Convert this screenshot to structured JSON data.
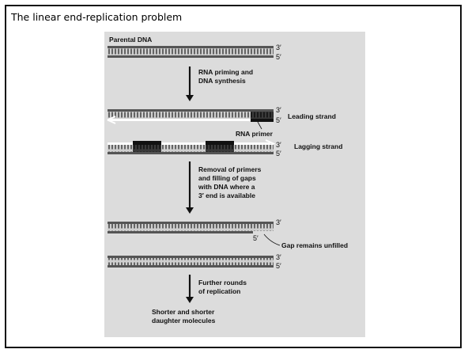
{
  "slide": {
    "title": "The linear end-replication problem"
  },
  "figure": {
    "parental_label": "Parental DNA",
    "step1": [
      "RNA priming and",
      "DNA synthesis"
    ],
    "leading_strand": "Leading strand",
    "rna_primer": "RNA primer",
    "lagging_strand": "Lagging strand",
    "step2": [
      "Removal of primers",
      "and filling of gaps",
      "with DNA where a",
      "3′ end is available"
    ],
    "gap_label": "Gap remains unfilled",
    "step3": [
      "Further rounds",
      "of replication"
    ],
    "result": [
      "Shorter and shorter",
      "daughter molecules"
    ],
    "end_3": "3′",
    "end_5": "5′"
  }
}
